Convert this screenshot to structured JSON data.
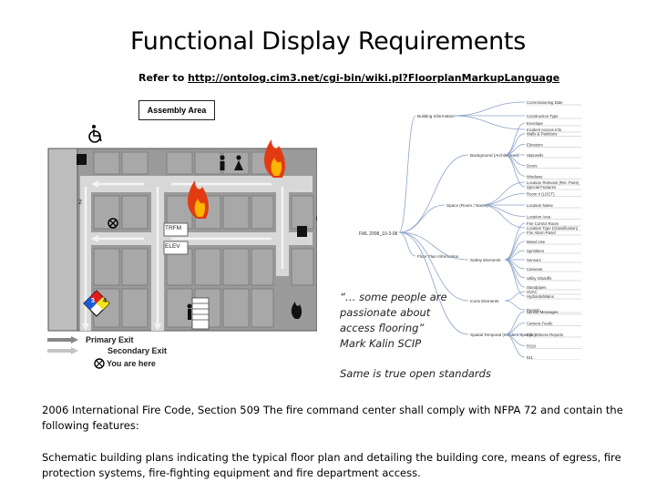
{
  "slide": {
    "title": "Functional Display Requirements",
    "refer_label": "Refer to ",
    "refer_link": "http://ontolog.cim3.net/cgi-bin/wiki.pl?FloorplanMarkupLanguage",
    "quote_lines": [
      "“… some people are",
      "passionate about",
      "access flooring”",
      "Mark Kalin SCIP"
    ],
    "same_text": "Same is true open standards",
    "paragraph1": "2006 International Fire Code, Section 509 The fire command center shall comply with NFPA 72 and contain the following features:",
    "paragraph2": "Schematic building plans indicating the typical floor plan and detailing the building core, means of egress, fire protection systems, fire-fighting equipment and fire department access."
  },
  "floorplan": {
    "assembly_area": "Assembly Area",
    "primary_exit": "Primary Exit",
    "secondary_exit": "Secondary Exit",
    "you_are_here": "You are here",
    "hazard_numbers": [
      "2",
      "3",
      "4"
    ],
    "room_labels": [
      "TRFM",
      "ELEV"
    ],
    "icons": [
      "wheelchair-icon",
      "fire-icon",
      "restroom-icon",
      "hazard-diamond-icon",
      "fire-extinguisher-icon"
    ]
  },
  "mindmap": {
    "root": "FML 2008_10-3-08",
    "branches": [
      {
        "label": "Building Information",
        "children": [
          "Commissioning Date",
          "Construction Type",
          "Incident Access Info"
        ]
      },
      {
        "label": "Background (Architecture)",
        "children": [
          "Envelope",
          "Walls & Partitions",
          "Elevators",
          "Stairwells",
          "Doors",
          "Windows",
          "Special Features"
        ]
      },
      {
        "label": "Space (Room / Name)",
        "children": [
          "Location Relevant (Rel. Point)",
          "Room # (LOCT)",
          "Location Name",
          "Location Area",
          "Location Type (Classification)"
        ]
      },
      {
        "label": "Floor Plan Information",
        "children": []
      },
      {
        "label": "Safety Elements",
        "children": [
          "Fire Control Room",
          "Fire Alarm Panel",
          "Mixed Use",
          "Sprinklers",
          "Sensors",
          "Cameras",
          "Utility Shutoffs",
          "Standpipes",
          "Hydrants/Mains"
        ]
      },
      {
        "label": "Icons Elements",
        "children": [
          "HVAC",
          "Permits"
        ]
      },
      {
        "label": "Spatial Temporal (Incident Specific)",
        "children": [
          "Sensor Messages",
          "Camera Feeds",
          "Eye Witness Reports",
          "RSSI",
          "911"
        ]
      }
    ]
  }
}
